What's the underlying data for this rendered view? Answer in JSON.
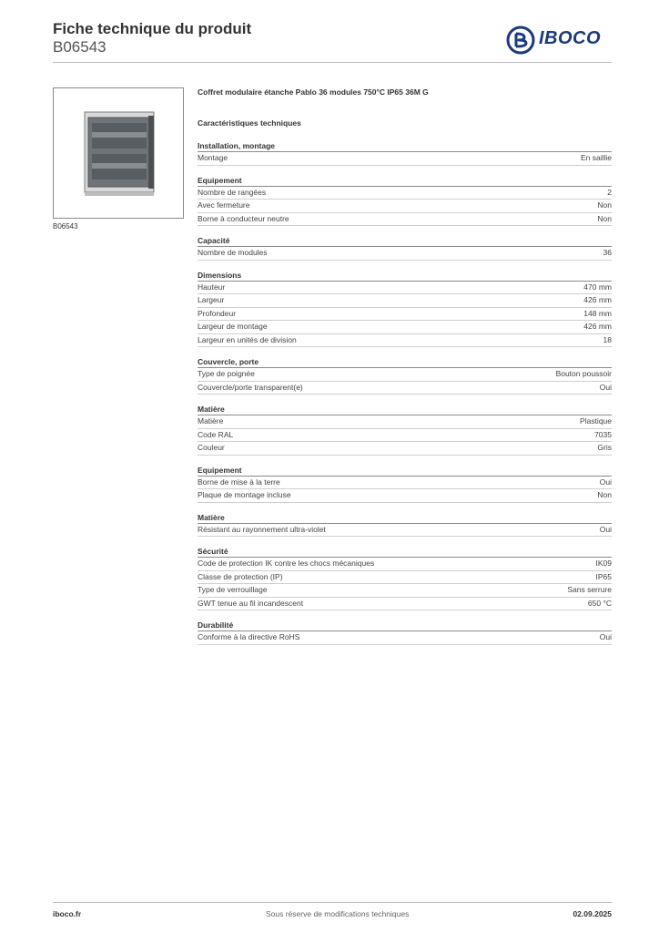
{
  "header": {
    "title": "Fiche technique du produit",
    "code": "B06543",
    "brand": "IBOCO"
  },
  "image": {
    "caption": "B06543"
  },
  "product_title": "Coffret modulaire étanche Pablo 36 modules 750°C IP65 36M G",
  "tech_heading": "Caractéristiques techniques",
  "sections": [
    {
      "title": "Installation, montage",
      "rows": [
        {
          "label": "Montage",
          "value": "En saillie"
        }
      ]
    },
    {
      "title": "Equipement",
      "rows": [
        {
          "label": "Nombre de rangées",
          "value": "2"
        },
        {
          "label": "Avec fermeture",
          "value": "Non"
        },
        {
          "label": "Borne à conducteur neutre",
          "value": "Non"
        }
      ]
    },
    {
      "title": "Capacité",
      "rows": [
        {
          "label": "Nombre de modules",
          "value": "36"
        }
      ]
    },
    {
      "title": "Dimensions",
      "rows": [
        {
          "label": "Hauteur",
          "value": "470 mm"
        },
        {
          "label": "Largeur",
          "value": "426 mm"
        },
        {
          "label": "Profondeur",
          "value": "148 mm"
        },
        {
          "label": "Largeur de montage",
          "value": "426 mm"
        },
        {
          "label": "Largeur en unités de division",
          "value": "18"
        }
      ]
    },
    {
      "title": "Couvercle, porte",
      "rows": [
        {
          "label": "Type de poignée",
          "value": "Bouton poussoir"
        },
        {
          "label": "Couvercle/porte transparent(e)",
          "value": "Oui"
        }
      ]
    },
    {
      "title": "Matière",
      "rows": [
        {
          "label": "Matière",
          "value": "Plastique"
        },
        {
          "label": "Code RAL",
          "value": "7035"
        },
        {
          "label": "Couleur",
          "value": "Gris"
        }
      ]
    },
    {
      "title": "Equipement",
      "rows": [
        {
          "label": "Borne de mise à la terre",
          "value": "Oui"
        },
        {
          "label": "Plaque de montage incluse",
          "value": "Non"
        }
      ]
    },
    {
      "title": "Matière",
      "rows": [
        {
          "label": "Résistant au rayonnement ultra-violet",
          "value": "Oui"
        }
      ]
    },
    {
      "title": "Sécurité",
      "rows": [
        {
          "label": "Code de protection IK contre les chocs mécaniques",
          "value": "IK09"
        },
        {
          "label": "Classe de protection (IP)",
          "value": "IP65"
        },
        {
          "label": "Type de verrouillage",
          "value": "Sans serrure"
        },
        {
          "label": "GWT tenue au fil incandescent",
          "value": "650 °C"
        }
      ]
    },
    {
      "title": "Durabilité",
      "rows": [
        {
          "label": "Conforme à la directive RoHS",
          "value": "Oui"
        }
      ]
    }
  ],
  "footer": {
    "website": "iboco.fr",
    "notice": "Sous réserve de modifications techniques",
    "date": "02.09.2025"
  },
  "colors": {
    "brand": "#1a3a7a",
    "rule": "#8a8a8a"
  }
}
